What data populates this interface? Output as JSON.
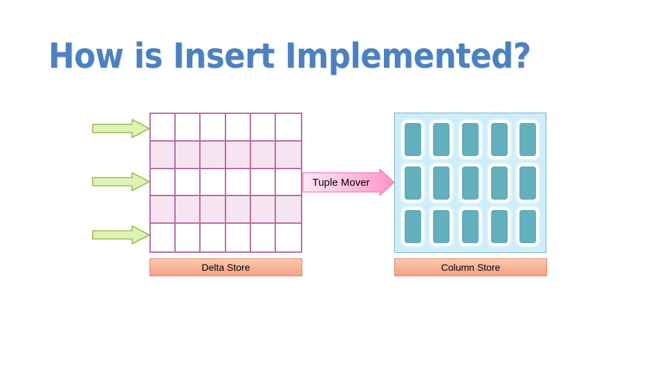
{
  "slide": {
    "title": "How is Insert Implemented?",
    "background_color": "#FFFFFF",
    "title_color": "#4B81C0"
  },
  "input_arrows": {
    "count": 3,
    "icon": "right-arrow-icon",
    "fill_color": "#DDF3B6",
    "border_color": "#9DBB50",
    "label": ""
  },
  "delta_store": {
    "caption": "Delta Store",
    "grid": {
      "columns": 6,
      "rows": 5,
      "line_color": "#B86BA4",
      "row_fills": [
        "#FFFFFF",
        "#F6E4F1",
        "#FFFFFF",
        "#F6E4F1",
        "#FFFFFF"
      ]
    },
    "caption_border_color": "#DF8A58",
    "caption_fill_color": "#F9B197"
  },
  "tuple_mover": {
    "label": "Tuple Mover",
    "icon": "right-arrow-icon",
    "fill_start_color": "#FFE3F1",
    "fill_end_color": "#FF9ACE",
    "border_color": "#E87FB8",
    "text_color": "#000000"
  },
  "column_store": {
    "caption": "Column Store",
    "panel_fill_color": "#CEEDF8",
    "panel_border_color": "#74B6C4",
    "block_color": "#62AFBD",
    "block_outline_color": "#FFFFFF",
    "columns": 5,
    "rows": 3,
    "block_count": 15,
    "caption_border_color": "#DF8A58",
    "caption_fill_color": "#F9B197"
  }
}
